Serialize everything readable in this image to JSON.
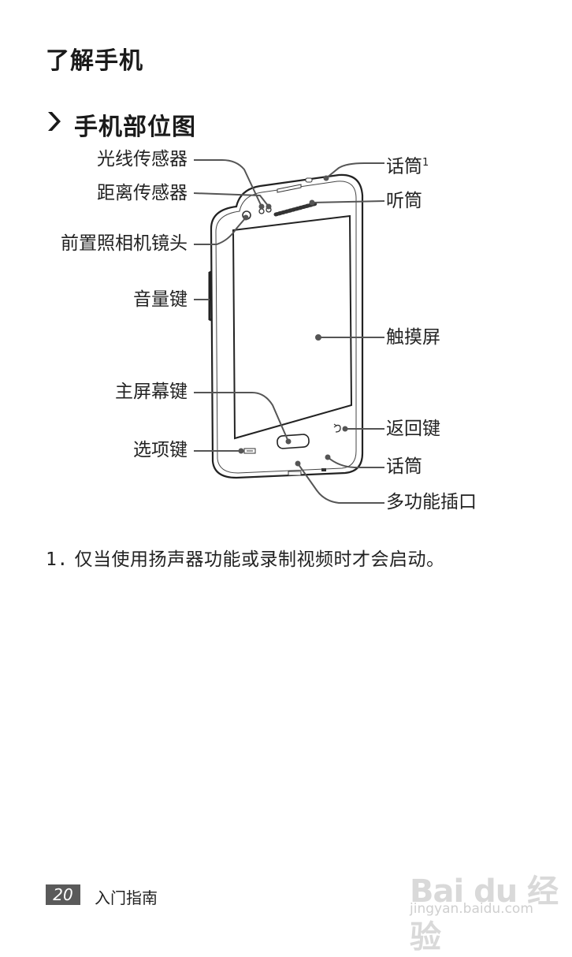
{
  "page": {
    "title": "了解手机",
    "section_title": "手机部位图"
  },
  "labels": {
    "light_sensor": "光线传感器",
    "proximity_sensor": "距离传感器",
    "front_camera": "前置照相机镜头",
    "volume_key": "音量键",
    "home_key": "主屏幕键",
    "options_key": "选项键",
    "microphone_top": "话筒",
    "microphone_top_sup": "1",
    "earpiece": "听筒",
    "touch_screen": "触摸屏",
    "back_key": "返回键",
    "microphone_bottom": "话筒",
    "multifunction_jack": "多功能插口"
  },
  "footnote": {
    "number": "1.",
    "text": "仅当使用扬声器功能或录制视频时才会启动。"
  },
  "footer": {
    "page_number": "20",
    "chapter": "入门指南"
  },
  "watermark": {
    "brand": "Bai du 经验",
    "url": "jingyan.baidu.com"
  }
}
